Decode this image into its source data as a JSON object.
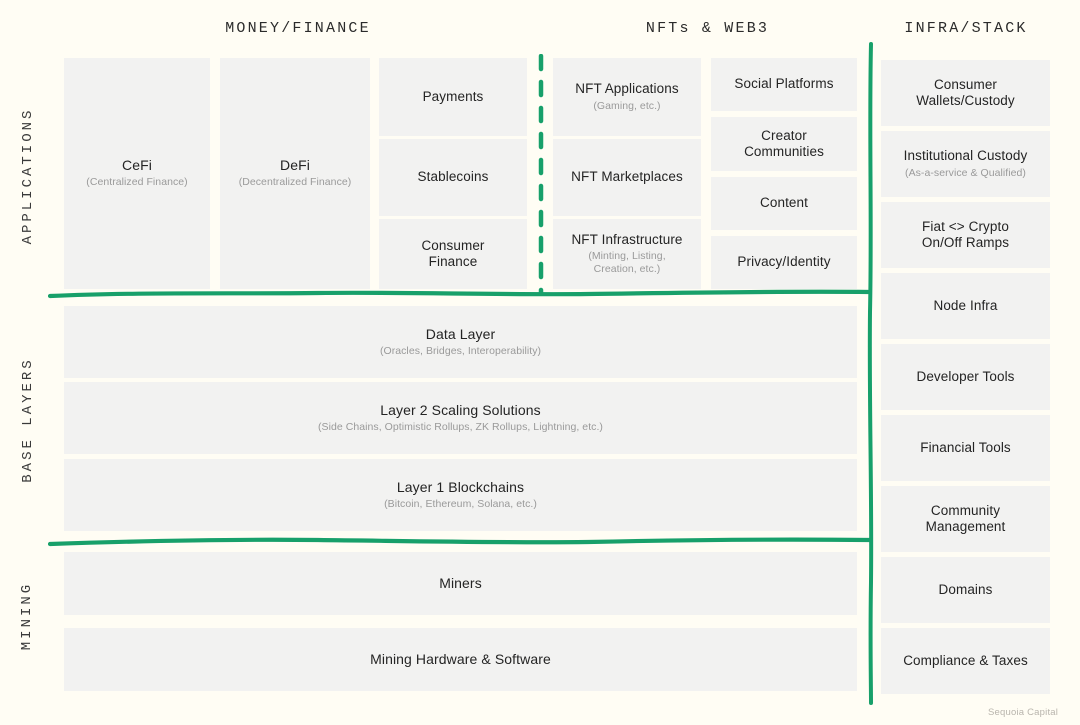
{
  "meta": {
    "footer": "Sequoia Capital",
    "colors": {
      "background": "#fffdf4",
      "block_fill": "#f2f2f1",
      "accent_green": "#18a06a",
      "title_text": "#242424",
      "sub_text": "#9a9a9a"
    }
  },
  "column_headers": [
    {
      "label": "MONEY/FINANCE"
    },
    {
      "label": "NFTs & WEB3"
    },
    {
      "label": "INFRA/STACK"
    }
  ],
  "row_labels": [
    {
      "label": "APPLICATIONS"
    },
    {
      "label": "BASE LAYERS"
    },
    {
      "label": "MINING"
    }
  ],
  "applications": {
    "money_finance": {
      "cefi": {
        "title": "CeFi",
        "sub": "(Centralized Finance)"
      },
      "defi": {
        "title": "DeFi",
        "sub": "(Decentralized Finance)"
      },
      "stack": [
        {
          "title": "Payments",
          "sub": ""
        },
        {
          "title": "Stablecoins",
          "sub": ""
        },
        {
          "title": "Consumer\nFinance",
          "sub": ""
        }
      ]
    },
    "nfts_web3": {
      "left_stack": [
        {
          "title": "NFT Applications",
          "sub": "(Gaming, etc.)"
        },
        {
          "title": "NFT Marketplaces",
          "sub": ""
        },
        {
          "title": "NFT Infrastructure",
          "sub": "(Minting, Listing,\nCreation, etc.)"
        }
      ],
      "right_stack": [
        {
          "title": "Social Platforms",
          "sub": ""
        },
        {
          "title": "Creator\nCommunities",
          "sub": ""
        },
        {
          "title": "Content",
          "sub": ""
        },
        {
          "title": "Privacy/Identity",
          "sub": ""
        }
      ]
    }
  },
  "base_layers": [
    {
      "title": "Data Layer",
      "sub": "(Oracles, Bridges, Interoperability)"
    },
    {
      "title": "Layer 2 Scaling Solutions",
      "sub": "(Side Chains, Optimistic Rollups, ZK Rollups, Lightning, etc.)"
    },
    {
      "title": "Layer 1 Blockchains",
      "sub": "(Bitcoin, Ethereum, Solana, etc.)"
    }
  ],
  "mining": [
    {
      "title": "Miners",
      "sub": ""
    },
    {
      "title": "Mining Hardware & Software",
      "sub": ""
    }
  ],
  "infra_stack": [
    {
      "title": "Consumer\nWallets/Custody",
      "sub": ""
    },
    {
      "title": "Institutional Custody",
      "sub": "(As-a-service & Qualified)"
    },
    {
      "title": "Fiat <> Crypto\nOn/Off Ramps",
      "sub": ""
    },
    {
      "title": "Node Infra",
      "sub": ""
    },
    {
      "title": "Developer Tools",
      "sub": ""
    },
    {
      "title": "Financial Tools",
      "sub": ""
    },
    {
      "title": "Community\nManagement",
      "sub": ""
    },
    {
      "title": "Domains",
      "sub": ""
    },
    {
      "title": "Compliance & Taxes",
      "sub": ""
    }
  ]
}
